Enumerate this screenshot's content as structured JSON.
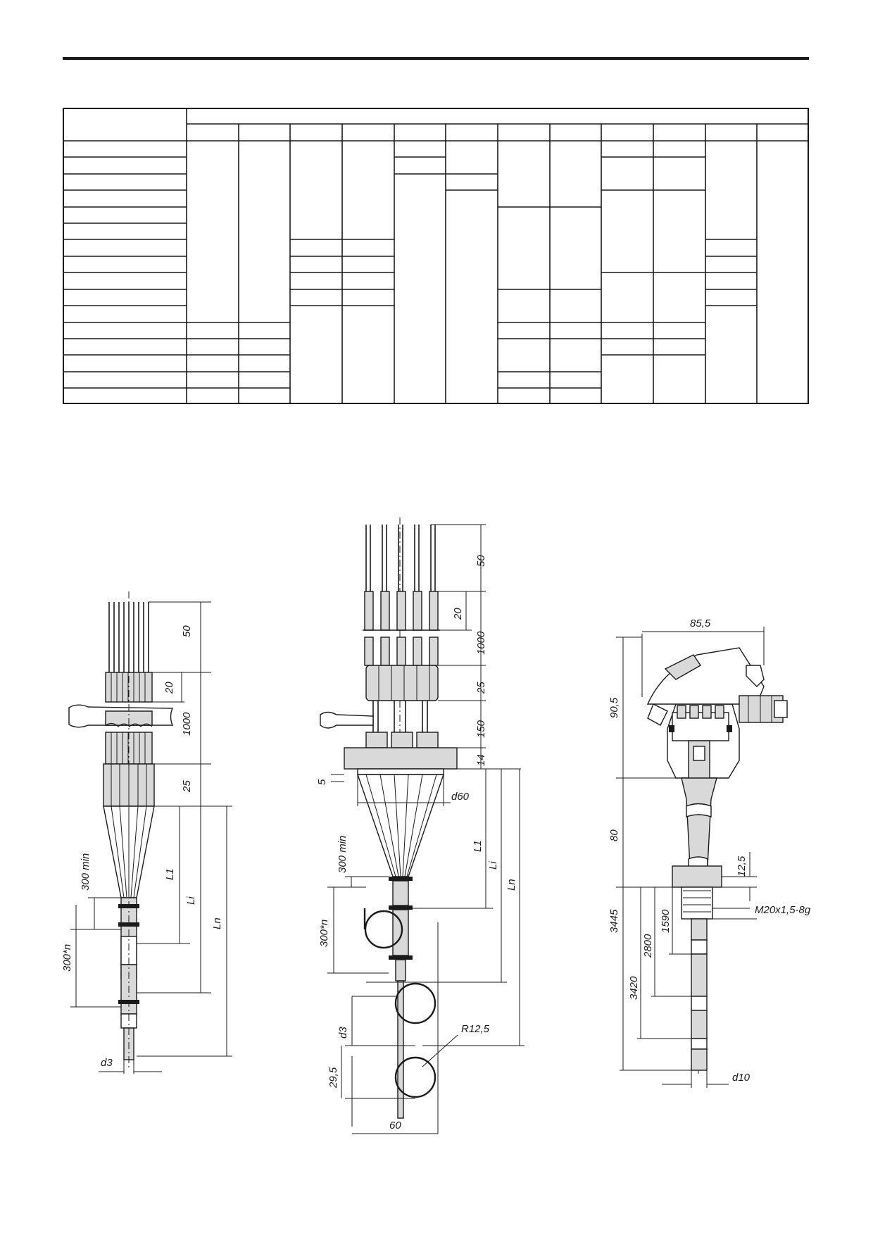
{
  "dimensions": {
    "left": {
      "d50": "50",
      "d20": "20",
      "d1000": "1000",
      "d25": "25",
      "L1": "L1",
      "Li": "Li",
      "Ln": "Ln",
      "min300": "300 min",
      "step": "300*n",
      "d3": "d3"
    },
    "middle": {
      "d50": "50",
      "d20": "20",
      "d1000": "1000",
      "d25": "25",
      "d150": "150",
      "d14": "14",
      "d5": "5",
      "d60": "d60",
      "L1": "L1",
      "Li": "Li",
      "Ln": "Ln",
      "min300": "300 min",
      "step": "300*n",
      "d3": "d3",
      "r": "R12,5",
      "h295": "29,5",
      "w60": "60"
    },
    "right": {
      "w855": "85,5",
      "h905": "90,5",
      "h80": "80",
      "h125": "12,5",
      "thread": "M20x1,5-8g",
      "l3445": "3445",
      "l3420": "3420",
      "l2800": "2800",
      "l1590": "1590",
      "d10": "d10"
    }
  }
}
